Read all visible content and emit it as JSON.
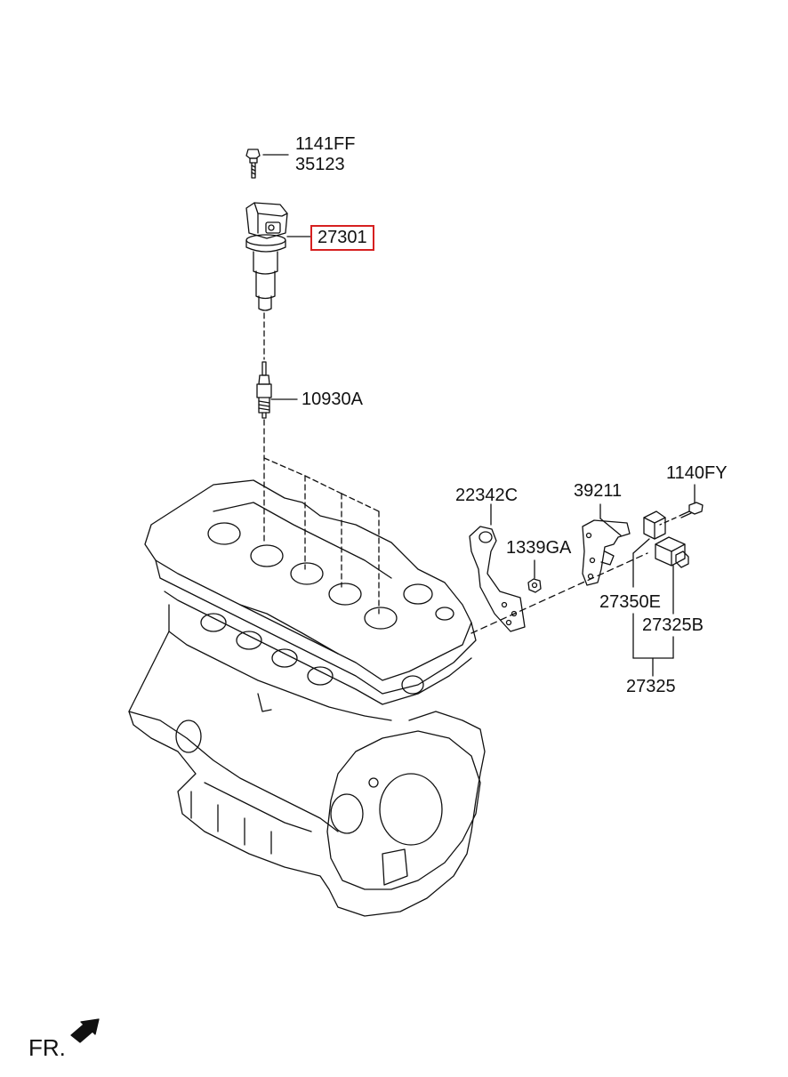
{
  "diagram": {
    "highlight_color": "#d62020",
    "parts": {
      "bolt_a": "1141FF",
      "bolt_b": "35123",
      "ignition_coil": "27301",
      "spark_plug": "10930A",
      "bracket": "22342C",
      "nut": "1339GA",
      "sensor_bracket": "39211",
      "sensor_bolt": "1140FY",
      "sensor_a": "27350E",
      "sensor_b": "27325B",
      "sensor_assy": "27325"
    },
    "highlighted_part": "27301",
    "direction_label": "FR."
  }
}
